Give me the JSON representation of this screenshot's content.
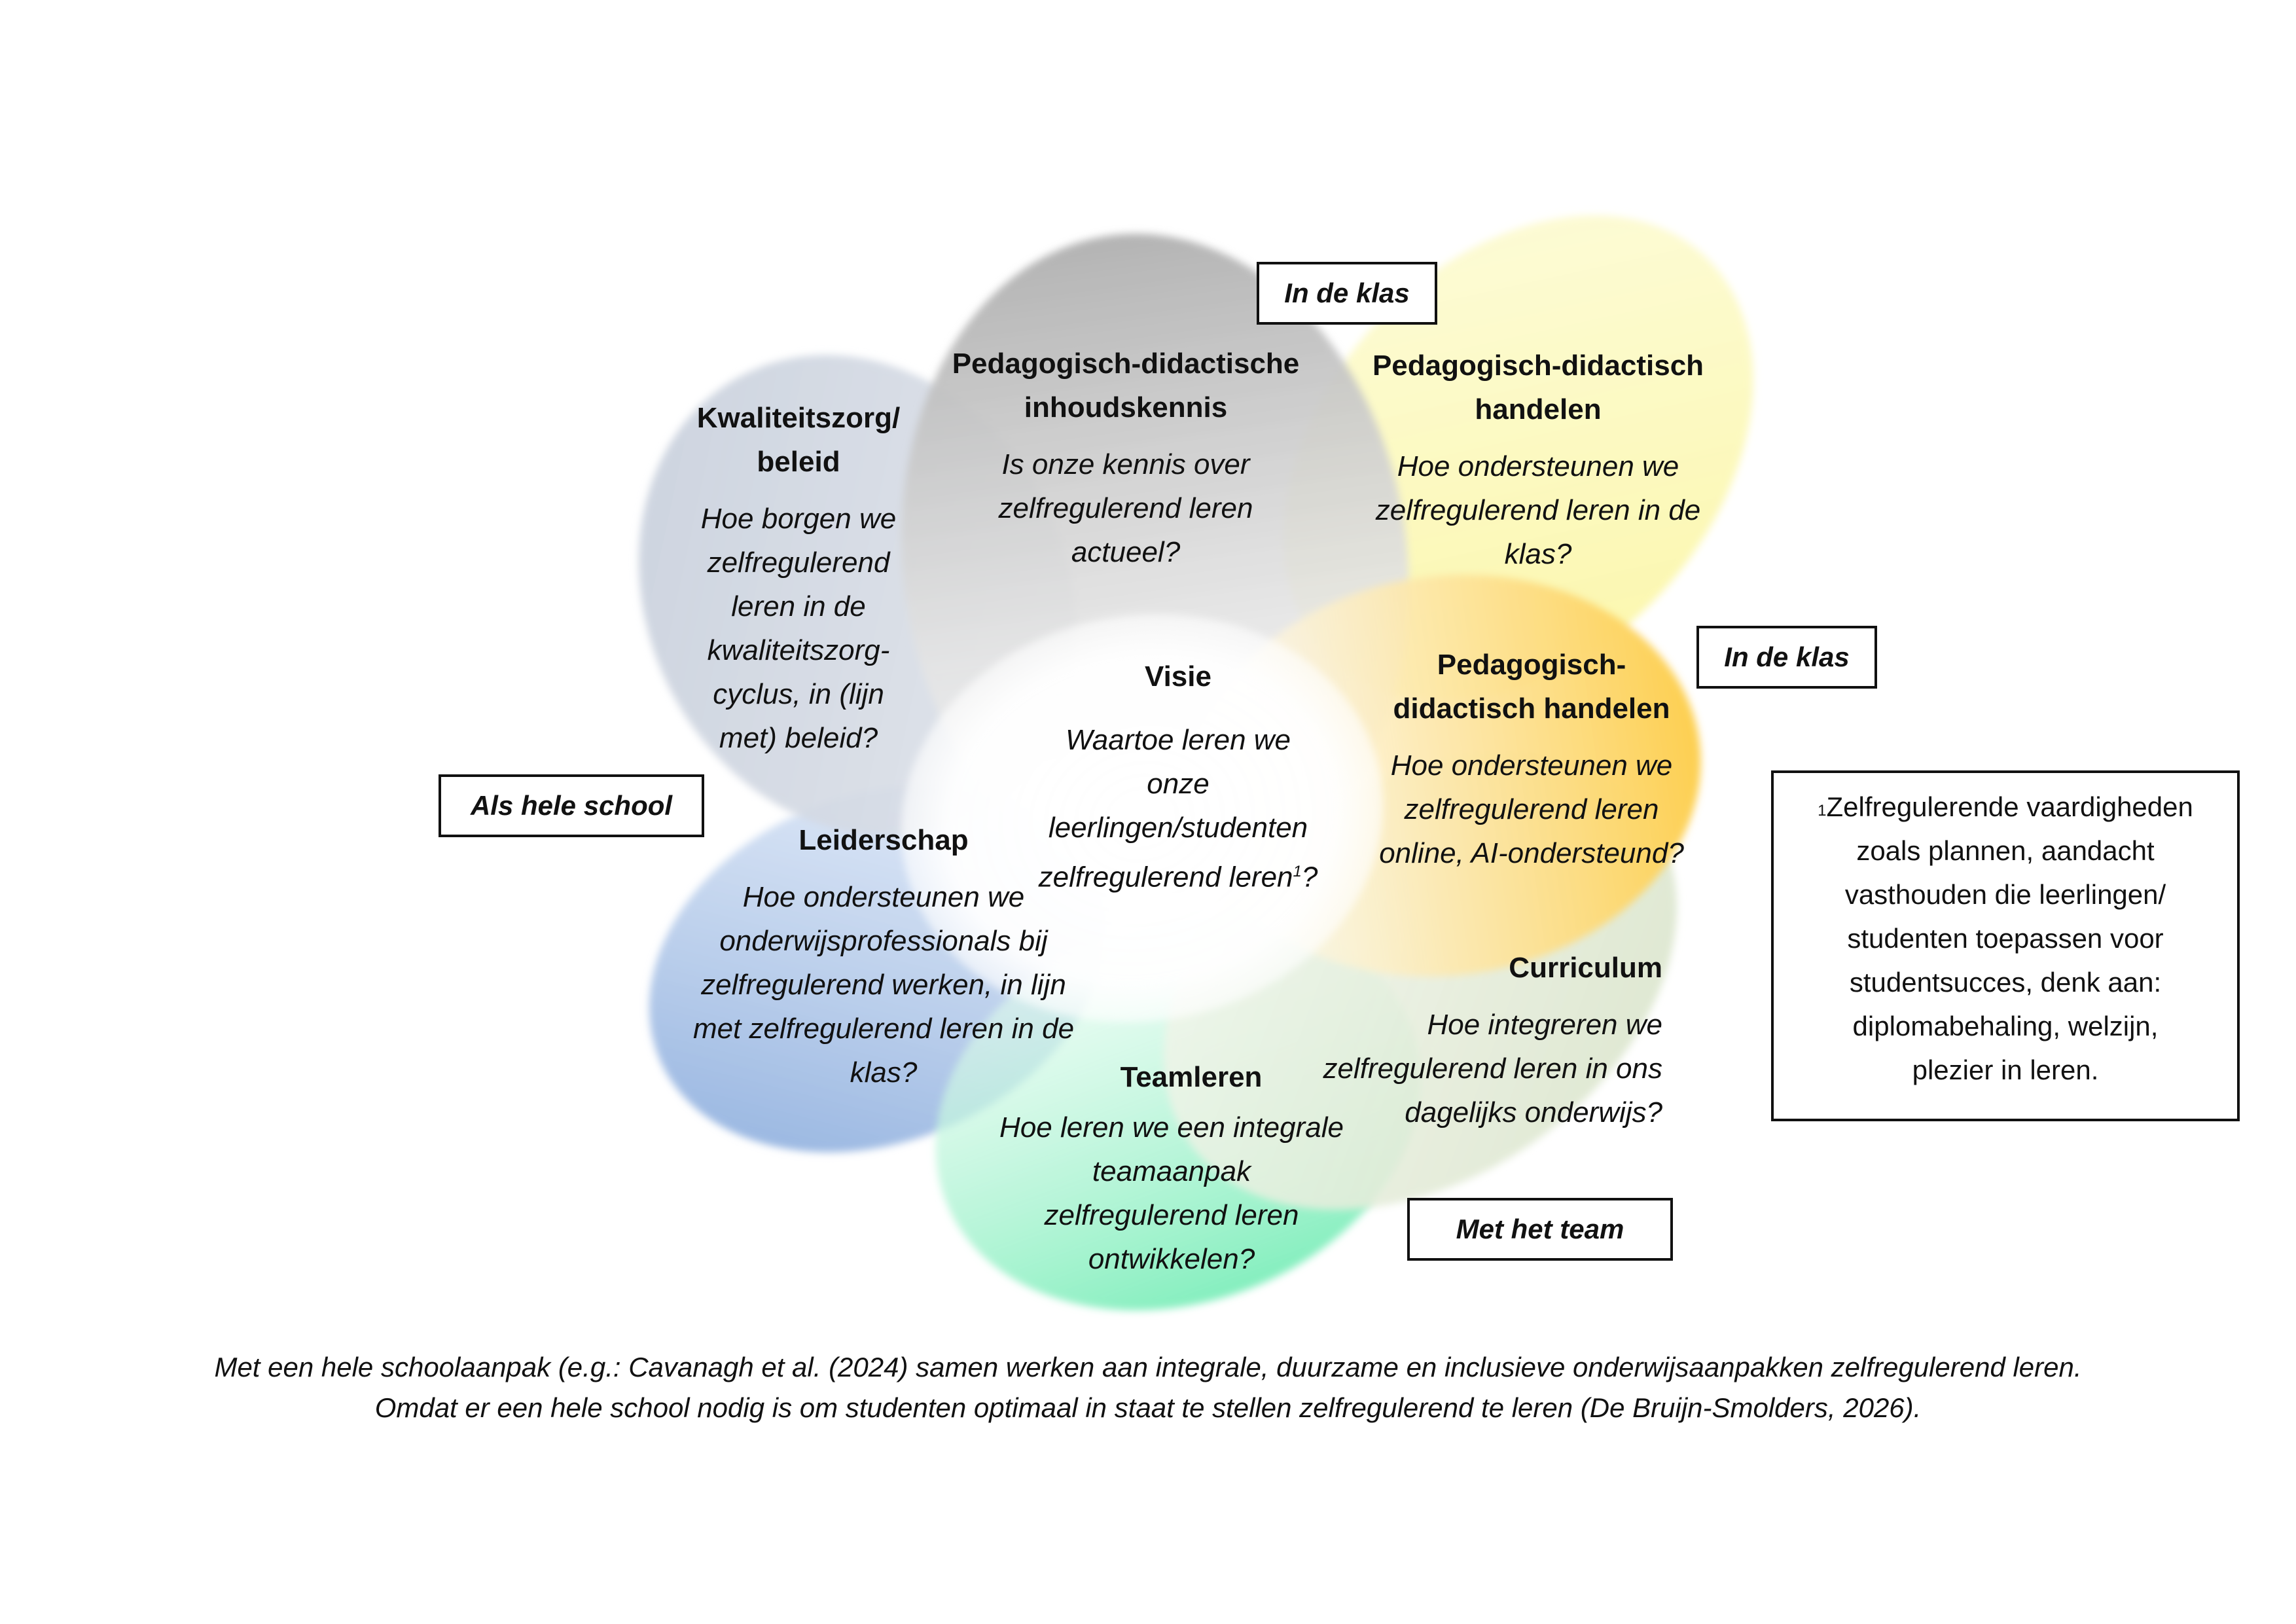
{
  "petals": {
    "kwaliteitszorg": {
      "title_lines": [
        "Kwaliteitszorg/",
        "beleid"
      ],
      "question_lines": [
        "Hoe borgen we",
        "zelfregulerend",
        "leren in de",
        "kwaliteitszorg-",
        "cyclus, in (lijn",
        "met) beleid?"
      ],
      "color": "#c9d2e0"
    },
    "pck": {
      "title_lines": [
        "Pedagogisch-didactische",
        "inhoudskennis"
      ],
      "question_lines": [
        "Is onze kennis over",
        "zelfregulerend leren",
        "actueel?"
      ],
      "color": "#b3b3b3"
    },
    "pdh_klas": {
      "title_lines": [
        "Pedagogisch-didactisch",
        "handelen"
      ],
      "question_lines": [
        "Hoe ondersteunen we",
        "zelfregulerend leren in de",
        "klas?"
      ],
      "color": "#fbf6a8"
    },
    "pdh_online": {
      "title_lines": [
        "Pedagogisch-",
        "didactisch handelen"
      ],
      "question_lines": [
        "Hoe ondersteunen we",
        "zelfregulerend leren",
        "online, AI-ondersteund?"
      ],
      "color": "#fdd25a"
    },
    "curriculum": {
      "title_lines": [
        "Curriculum"
      ],
      "question_lines": [
        "Hoe integreren we",
        "zelfregulerend leren in ons",
        "dagelijks onderwijs?"
      ],
      "color": "#dfe8d2"
    },
    "teamleren": {
      "title_lines": [
        "Teamleren"
      ],
      "question_lines": [
        "Hoe leren we een integrale",
        "teamaanpak",
        "zelfregulerend leren",
        "ontwikkelen?"
      ],
      "color": "#8ef0c2"
    },
    "leiderschap": {
      "title_lines": [
        "Leiderschap"
      ],
      "question_lines": [
        "Hoe ondersteunen we",
        "onderwijsprofessionals bij",
        "zelfregulerend werken, in lijn",
        "met zelfregulerend leren in de",
        "klas?"
      ],
      "color": "#8fb1e1"
    },
    "visie": {
      "title_lines": [
        "Visie"
      ],
      "question_lines": [
        "Waartoe leren we",
        "onze",
        "leerlingen/studenten"
      ],
      "last_line_text": "zelfregulerend leren",
      "last_line_sup": "1",
      "last_line_end": "?",
      "color": "#ffffff"
    }
  },
  "labels": {
    "in_de_klas_top": "In de klas",
    "in_de_klas_right": "In de klas",
    "als_hele_school": "Als hele school",
    "met_het_team": "Met het team"
  },
  "footnote": {
    "marker": "1",
    "lines": [
      "Zelfregulerende vaardigheden",
      "zoals plannen, aandacht",
      "vasthouden die leerlingen/",
      "studenten toepassen voor",
      "studentsucces, denk aan:",
      "diplomabehaling, welzijn,",
      "plezier in leren."
    ]
  },
  "caption": {
    "line1": "Met een hele schoolaanpak (e.g.: Cavanagh et al. (2024) samen werken aan integrale, duurzame en inclusieve onderwijsaanpakken zelfregulerend leren.",
    "line2": "Omdat er een hele school nodig is om studenten optimaal in staat te stellen zelfregulerend te leren (De Bruijn-Smolders, 2026)."
  }
}
